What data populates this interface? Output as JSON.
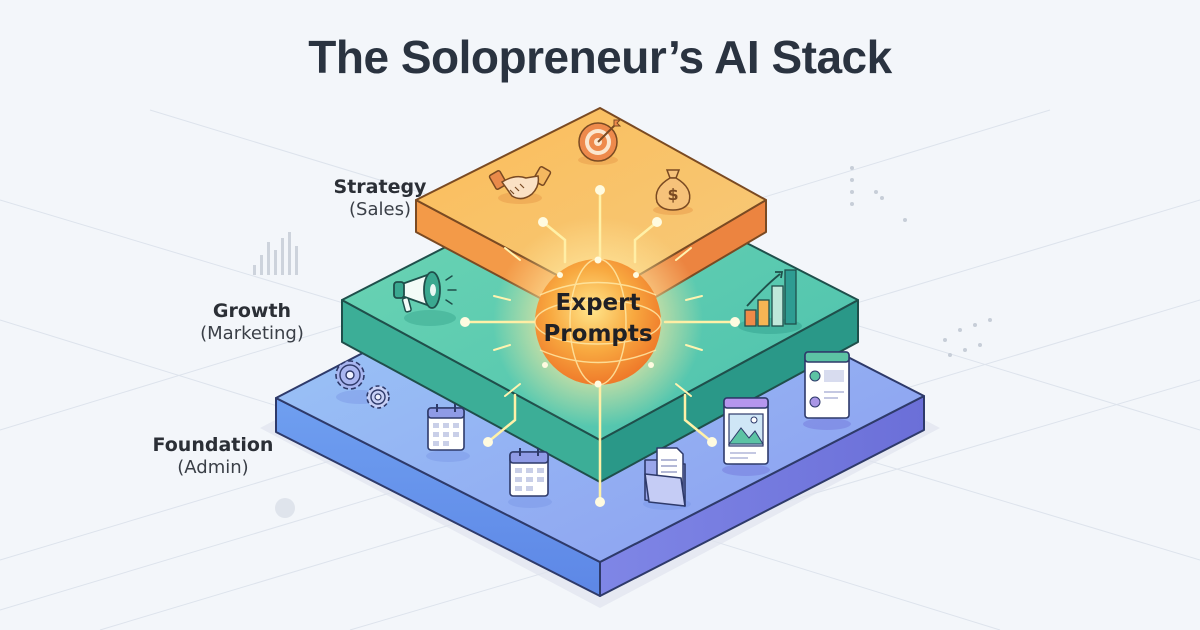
{
  "title": "The Solopreneur’s AI Stack",
  "center": {
    "line1": "Expert",
    "line2": "Prompts",
    "icon": "glowing-globe-orb"
  },
  "layers": [
    {
      "id": "strategy",
      "name": "Strategy",
      "sub": "(Sales)",
      "color_top": "#f8b55a",
      "color_side": "#ee8f3c",
      "icons": [
        "handshake-icon",
        "target-icon",
        "money-bag-icon"
      ]
    },
    {
      "id": "growth",
      "name": "Growth",
      "sub": "(Marketing)",
      "color_top": "#5fcfae",
      "color_side": "#2fa48f",
      "icons": [
        "megaphone-icon",
        "bar-chart-growth-icon"
      ]
    },
    {
      "id": "foundation",
      "name": "Foundation",
      "sub": "(Admin)",
      "color_top": "#8eaaf2",
      "color_side": "#6a77d8",
      "icons": [
        "gears-icon",
        "calendar-icon",
        "calendar-icon",
        "folder-document-icon",
        "image-window-icon",
        "list-window-icon"
      ]
    }
  ],
  "colors": {
    "background": "#f3f6fa",
    "title": "#2a3340",
    "orb": "#f59a3a",
    "glow": "#fff3b8"
  }
}
